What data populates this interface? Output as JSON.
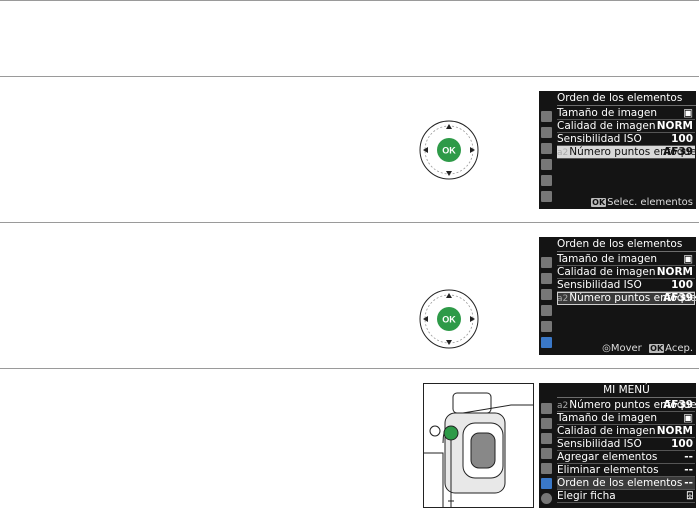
{
  "step3": {
    "title": "Orden de los elementos",
    "items": [
      {
        "label": "Tamaño de imagen",
        "value": "▣"
      },
      {
        "label": "Calidad de imagen",
        "value": "NORM"
      },
      {
        "label": "Sensibilidad ISO",
        "value": "100"
      },
      {
        "label": "Número puntos enfoque",
        "value": "AF39",
        "prefix": "a2"
      }
    ],
    "footer_ok": "OK",
    "footer_text": "Selec. elementos"
  },
  "step4": {
    "title": "Orden de los elementos",
    "items": [
      {
        "label": "Tamaño de imagen",
        "value": "▣"
      },
      {
        "label": "Calidad de imagen",
        "value": "NORM"
      },
      {
        "label": "Sensibilidad ISO",
        "value": "100"
      },
      {
        "label": "Número puntos enfoque",
        "value": "AF39",
        "prefix": "a2"
      }
    ],
    "footer_move": "Mover",
    "footer_ok": "OK",
    "footer_accept": "Acep."
  },
  "step5": {
    "title": "MI MENÚ",
    "items": [
      {
        "label": "Número puntos enfoque",
        "value": "AF39",
        "prefix": "a2"
      },
      {
        "label": "Tamaño de imagen",
        "value": "▣"
      },
      {
        "label": "Calidad de imagen",
        "value": "NORM"
      },
      {
        "label": "Sensibilidad ISO",
        "value": "100"
      },
      {
        "label": "Agregar elementos",
        "value": "--"
      },
      {
        "label": "Eliminar elementos",
        "value": "--"
      },
      {
        "label": "Orden de los elementos",
        "value": "--"
      },
      {
        "label": "Elegir ficha",
        "value": "⌹"
      }
    ]
  },
  "ok_button_label": "OK",
  "colors": {
    "ok_green": "#2e9a48",
    "menu_tab_active": "#3a78c8"
  }
}
